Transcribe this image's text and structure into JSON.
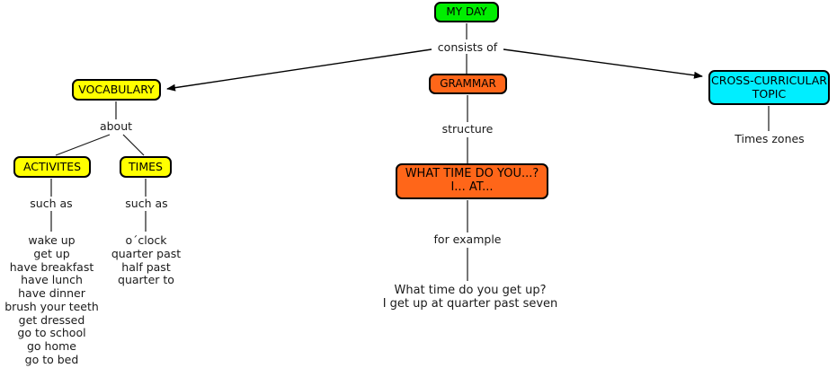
{
  "diagram": {
    "type": "mind-map",
    "title": "MY DAY",
    "background": "#ffffff",
    "colors": {
      "root": "#00ee00",
      "vocabulary": "#ffff00",
      "grammar": "#ff6619",
      "cross_curricular": "#00eeff",
      "border": "#000000",
      "text": "#000000",
      "connector": "#1a1a1a"
    }
  },
  "nodes": {
    "root": {
      "label": "MY DAY",
      "color": "#00ee00"
    },
    "vocabulary": {
      "label": "VOCABULARY",
      "color": "#ffff00"
    },
    "grammar": {
      "label": "GRAMMAR",
      "color": "#ff6619"
    },
    "cross_curricular": {
      "label": "CROSS-CURRICULAR\nTOPIC",
      "color": "#00eeff"
    },
    "activites": {
      "label": "ACTIVITES",
      "color": "#ffff00"
    },
    "times": {
      "label": "TIMES",
      "color": "#ffff00"
    },
    "structure_box": {
      "label": "WHAT TIME DO YOU...?\nI... AT...",
      "color": "#ff6619"
    }
  },
  "connector_labels": {
    "consists_of": "consists of",
    "about": "about",
    "structure": "structure",
    "such_as_activities": "such as",
    "such_as_times": "such as",
    "for_example": "for example"
  },
  "leaves": {
    "times_zones": "Times zones",
    "activities_list": "wake up\nget up\nhave breakfast\nhave lunch\nhave dinner\nbrush your teeth\nget dressed\ngo to school\ngo home\ngo to bed",
    "times_list": "o´clock\nquarter past\nhalf past\nquarter to",
    "example_sentences": "What time do you get up?\nI get up at quarter past seven"
  }
}
